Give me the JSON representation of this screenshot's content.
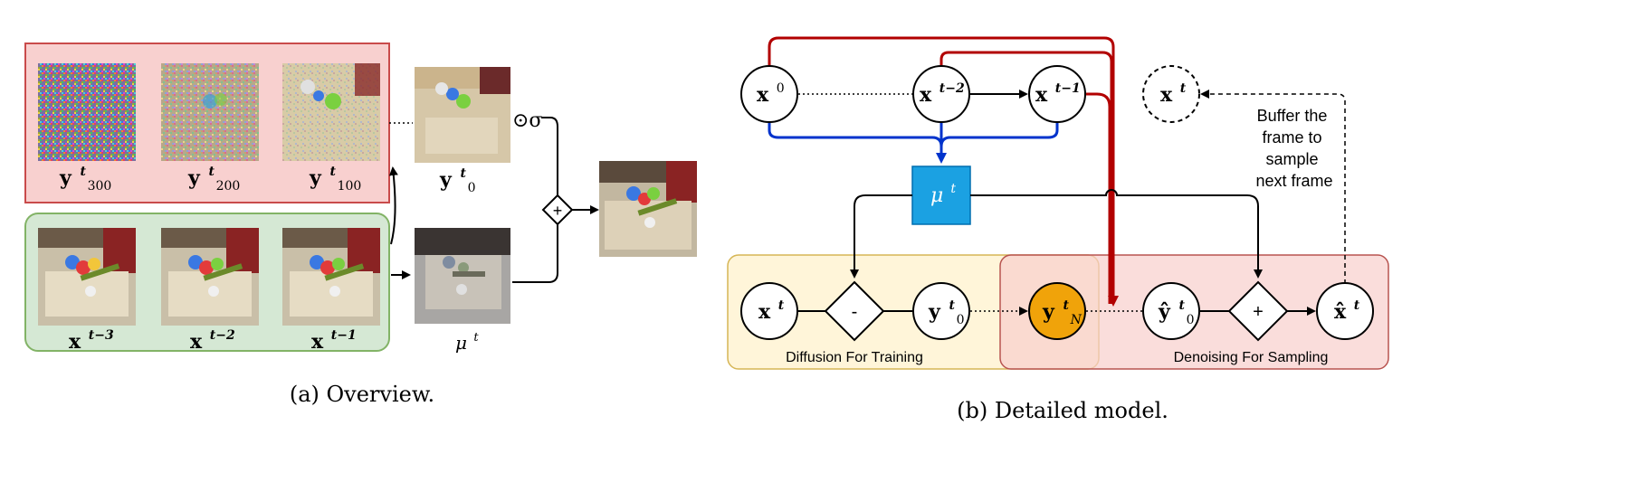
{
  "overview": {
    "caption": "(a) Overview.",
    "noise_labels": {
      "y300_base": "y",
      "y300_sup": "t",
      "y300_sub": "300",
      "y200_base": "y",
      "y200_sup": "t",
      "y200_sub": "200",
      "y100_base": "y",
      "y100_sup": "t",
      "y100_sub": "100"
    },
    "history_labels": {
      "x3_base": "x",
      "x3_sup": "t−3",
      "x2_base": "x",
      "x2_sup": "t−2",
      "x1_base": "x",
      "x1_sup": "t−1"
    },
    "y0_base": "y",
    "y0_sup": "t",
    "y0_sub": "0",
    "mu_base": "μ",
    "mu_sup": "t",
    "odot_sigma": "⊙σ",
    "plus": "+"
  },
  "detailed": {
    "caption": "(b) Detailed model.",
    "x0_base": "x",
    "x0_sup": "0",
    "xt2_base": "x",
    "xt2_sup": "t−2",
    "xt1_base": "x",
    "xt1_sup": "t−1",
    "xt_future_base": "x",
    "xt_future_sup": "t",
    "buffer_line1": "Buffer the",
    "buffer_line2": "frame to",
    "buffer_line3": "sample",
    "buffer_line4": "next frame",
    "mu_base": "μ",
    "mu_sup": "t",
    "xt_train_base": "x",
    "xt_train_sup": "t",
    "minus": "-",
    "y0_base": "y",
    "y0_sup": "t",
    "y0_sub": "0",
    "yN_base": "y",
    "yN_sup": "t",
    "yN_sub": "N",
    "y0hat_base": "ŷ",
    "y0hat_sup": "t",
    "y0hat_sub": "0",
    "plus": "+",
    "xthat_base": "x̂",
    "xthat_sup": "t",
    "training_label": "Diffusion For Training",
    "sampling_label": "Denoising For Sampling"
  },
  "colors": {
    "noise_panel": "#f8d0cf",
    "noise_border": "#c94b4b",
    "history_panel": "#d5e8d4",
    "history_border": "#82b366",
    "training_panel": "#fff2cc",
    "training_border": "#d6b656",
    "sampling_panel": "#f8cecc",
    "sampling_border": "#b85450",
    "mu_fill": "#1ba1e2",
    "yN_fill": "#f0a30a",
    "red_arrow": "#b20000",
    "blue_arrow": "#0033cc"
  }
}
